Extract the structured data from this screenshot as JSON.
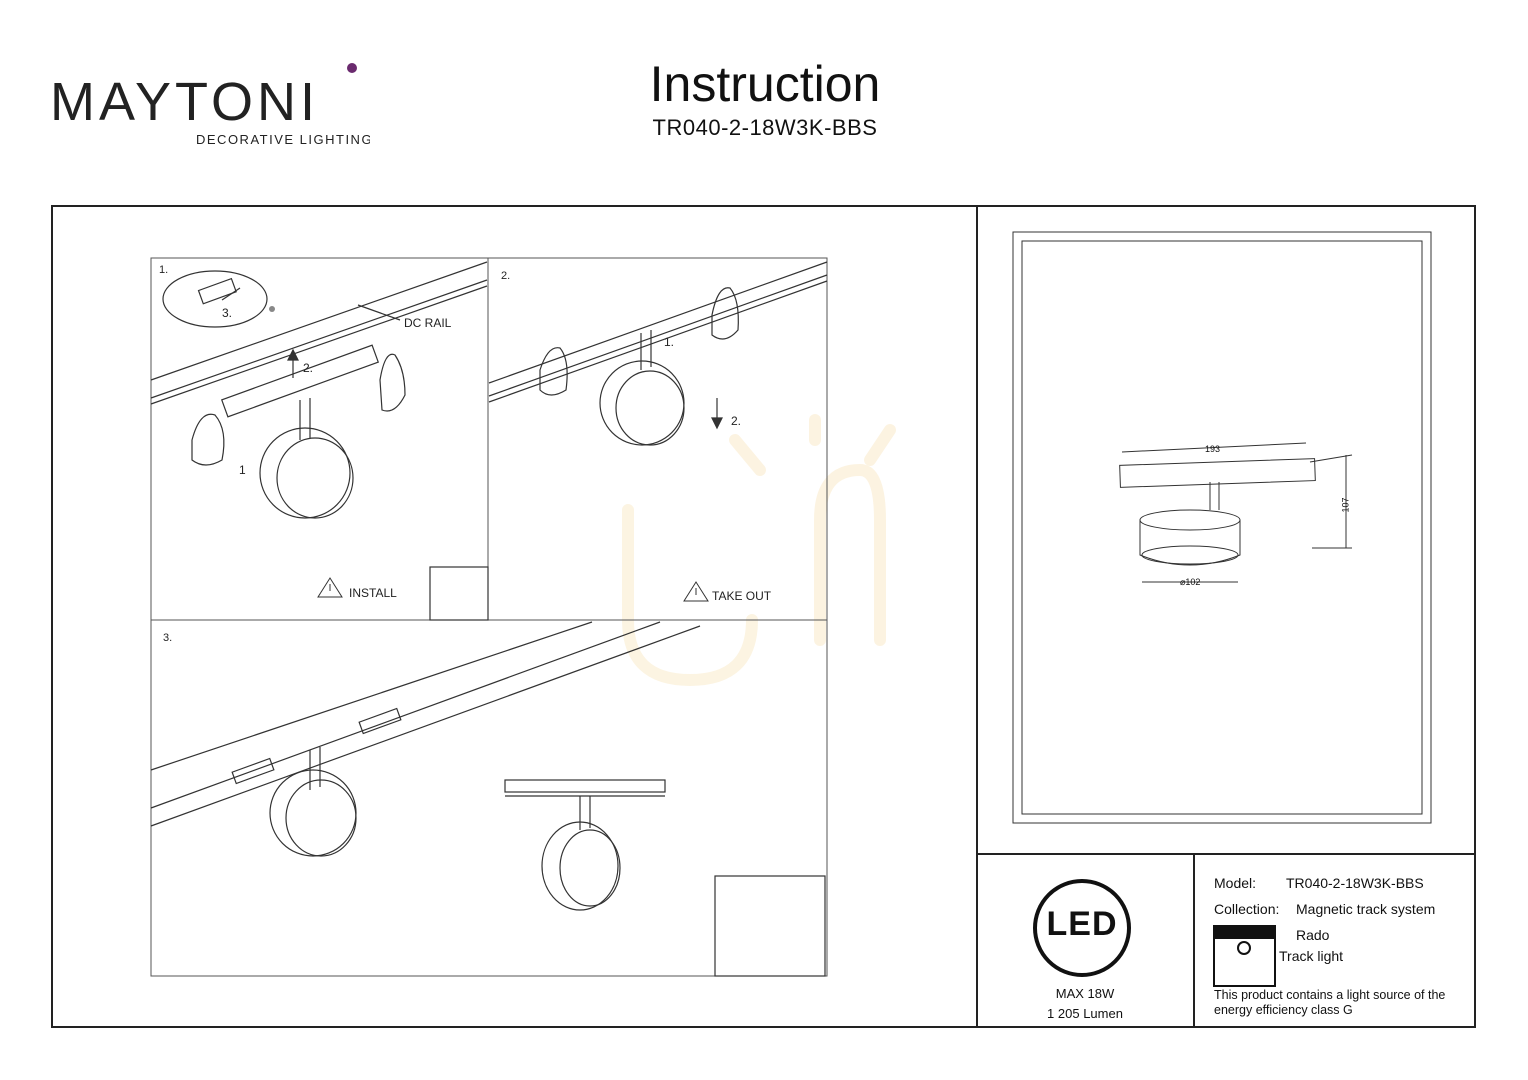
{
  "brand": {
    "logo_text": "MAYTONI",
    "tagline": "DECORATIVE LIGHTING",
    "accent": "#6a2a6e"
  },
  "header": {
    "title": "Instruction",
    "model_code": "TR040-2-18W3K-BBS"
  },
  "steps": {
    "step1": {
      "number": "1.",
      "rail_label": "DC RAIL",
      "action": "INSTALL",
      "markers": [
        "1",
        "2.",
        "3."
      ]
    },
    "step2": {
      "number": "2.",
      "action": "TAKE OUT",
      "markers": [
        "1.",
        "2."
      ]
    },
    "step3": {
      "number": "3."
    }
  },
  "dimensions": {
    "length": "193",
    "height": "107",
    "diameter": "⌀102"
  },
  "specs": {
    "led_badge": "LED",
    "max_power": "MAX 18W",
    "lumen": "1 205 Lumen"
  },
  "info": {
    "model_label": "Model:",
    "model_value": "TR040-2-18W3K-BBS",
    "collection_label": "Collection:",
    "collection_value": "Magnetic track system",
    "series": "Rado",
    "type": "Track light",
    "energy_note_line1": "This product contains a light source of the",
    "energy_note_line2": "energy efficiency class G"
  }
}
